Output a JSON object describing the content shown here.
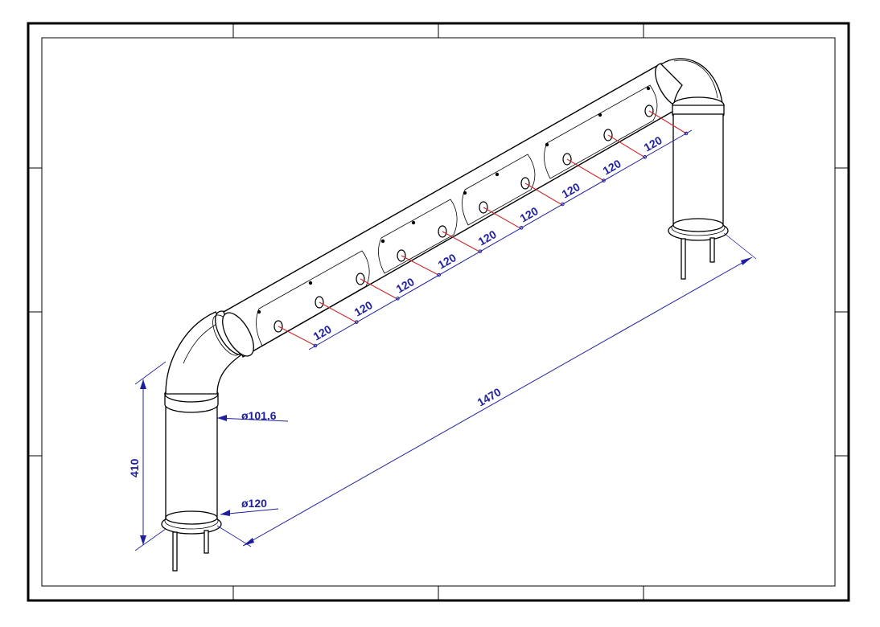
{
  "drawing": {
    "dimensions": {
      "spacing": [
        "120",
        "120",
        "120",
        "120",
        "120",
        "120",
        "120",
        "120",
        "120"
      ],
      "overall_length": "1470",
      "height": "410",
      "pipe_diameter": "ø101.6",
      "flange_diameter": "ø120"
    },
    "colors": {
      "dimension": "#1f1f9e",
      "marker": "#cc2a2a",
      "line": "#000000"
    }
  }
}
